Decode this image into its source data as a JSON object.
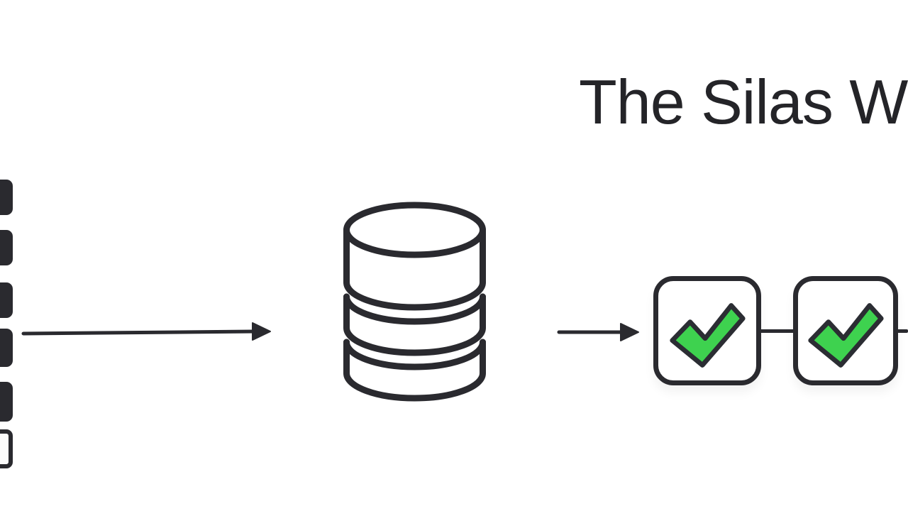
{
  "page": {
    "title": "The Silas W",
    "background": "#ffffff"
  },
  "colors": {
    "ink": "#2a2a2f",
    "title_text": "#242428",
    "check_green": "#3ed24f",
    "node_fill": "#ffffff"
  },
  "diagram": {
    "left_stack": {
      "icon": "tile-stack-icon",
      "visible_tile_count": 6,
      "note": "column of dark rounded tiles clipped by the left screen edge; bottom tile outlined with light interior"
    },
    "nodes": [
      {
        "id": "source-stack",
        "icon": "tile-stack-icon"
      },
      {
        "id": "database",
        "icon": "database-cylinder-icon",
        "segments": 3
      },
      {
        "id": "check-node-1",
        "icon": "checkmark-icon",
        "status": "checked"
      },
      {
        "id": "check-node-2",
        "icon": "checkmark-icon",
        "status": "checked"
      }
    ],
    "edges": [
      {
        "from": "source-stack",
        "to": "database",
        "style": "arrow"
      },
      {
        "from": "database",
        "to": "check-node-1",
        "style": "arrow"
      },
      {
        "from": "check-node-1",
        "to": "check-node-2",
        "style": "line"
      },
      {
        "from": "check-node-2",
        "to": "offscreen-right",
        "style": "line"
      }
    ]
  }
}
